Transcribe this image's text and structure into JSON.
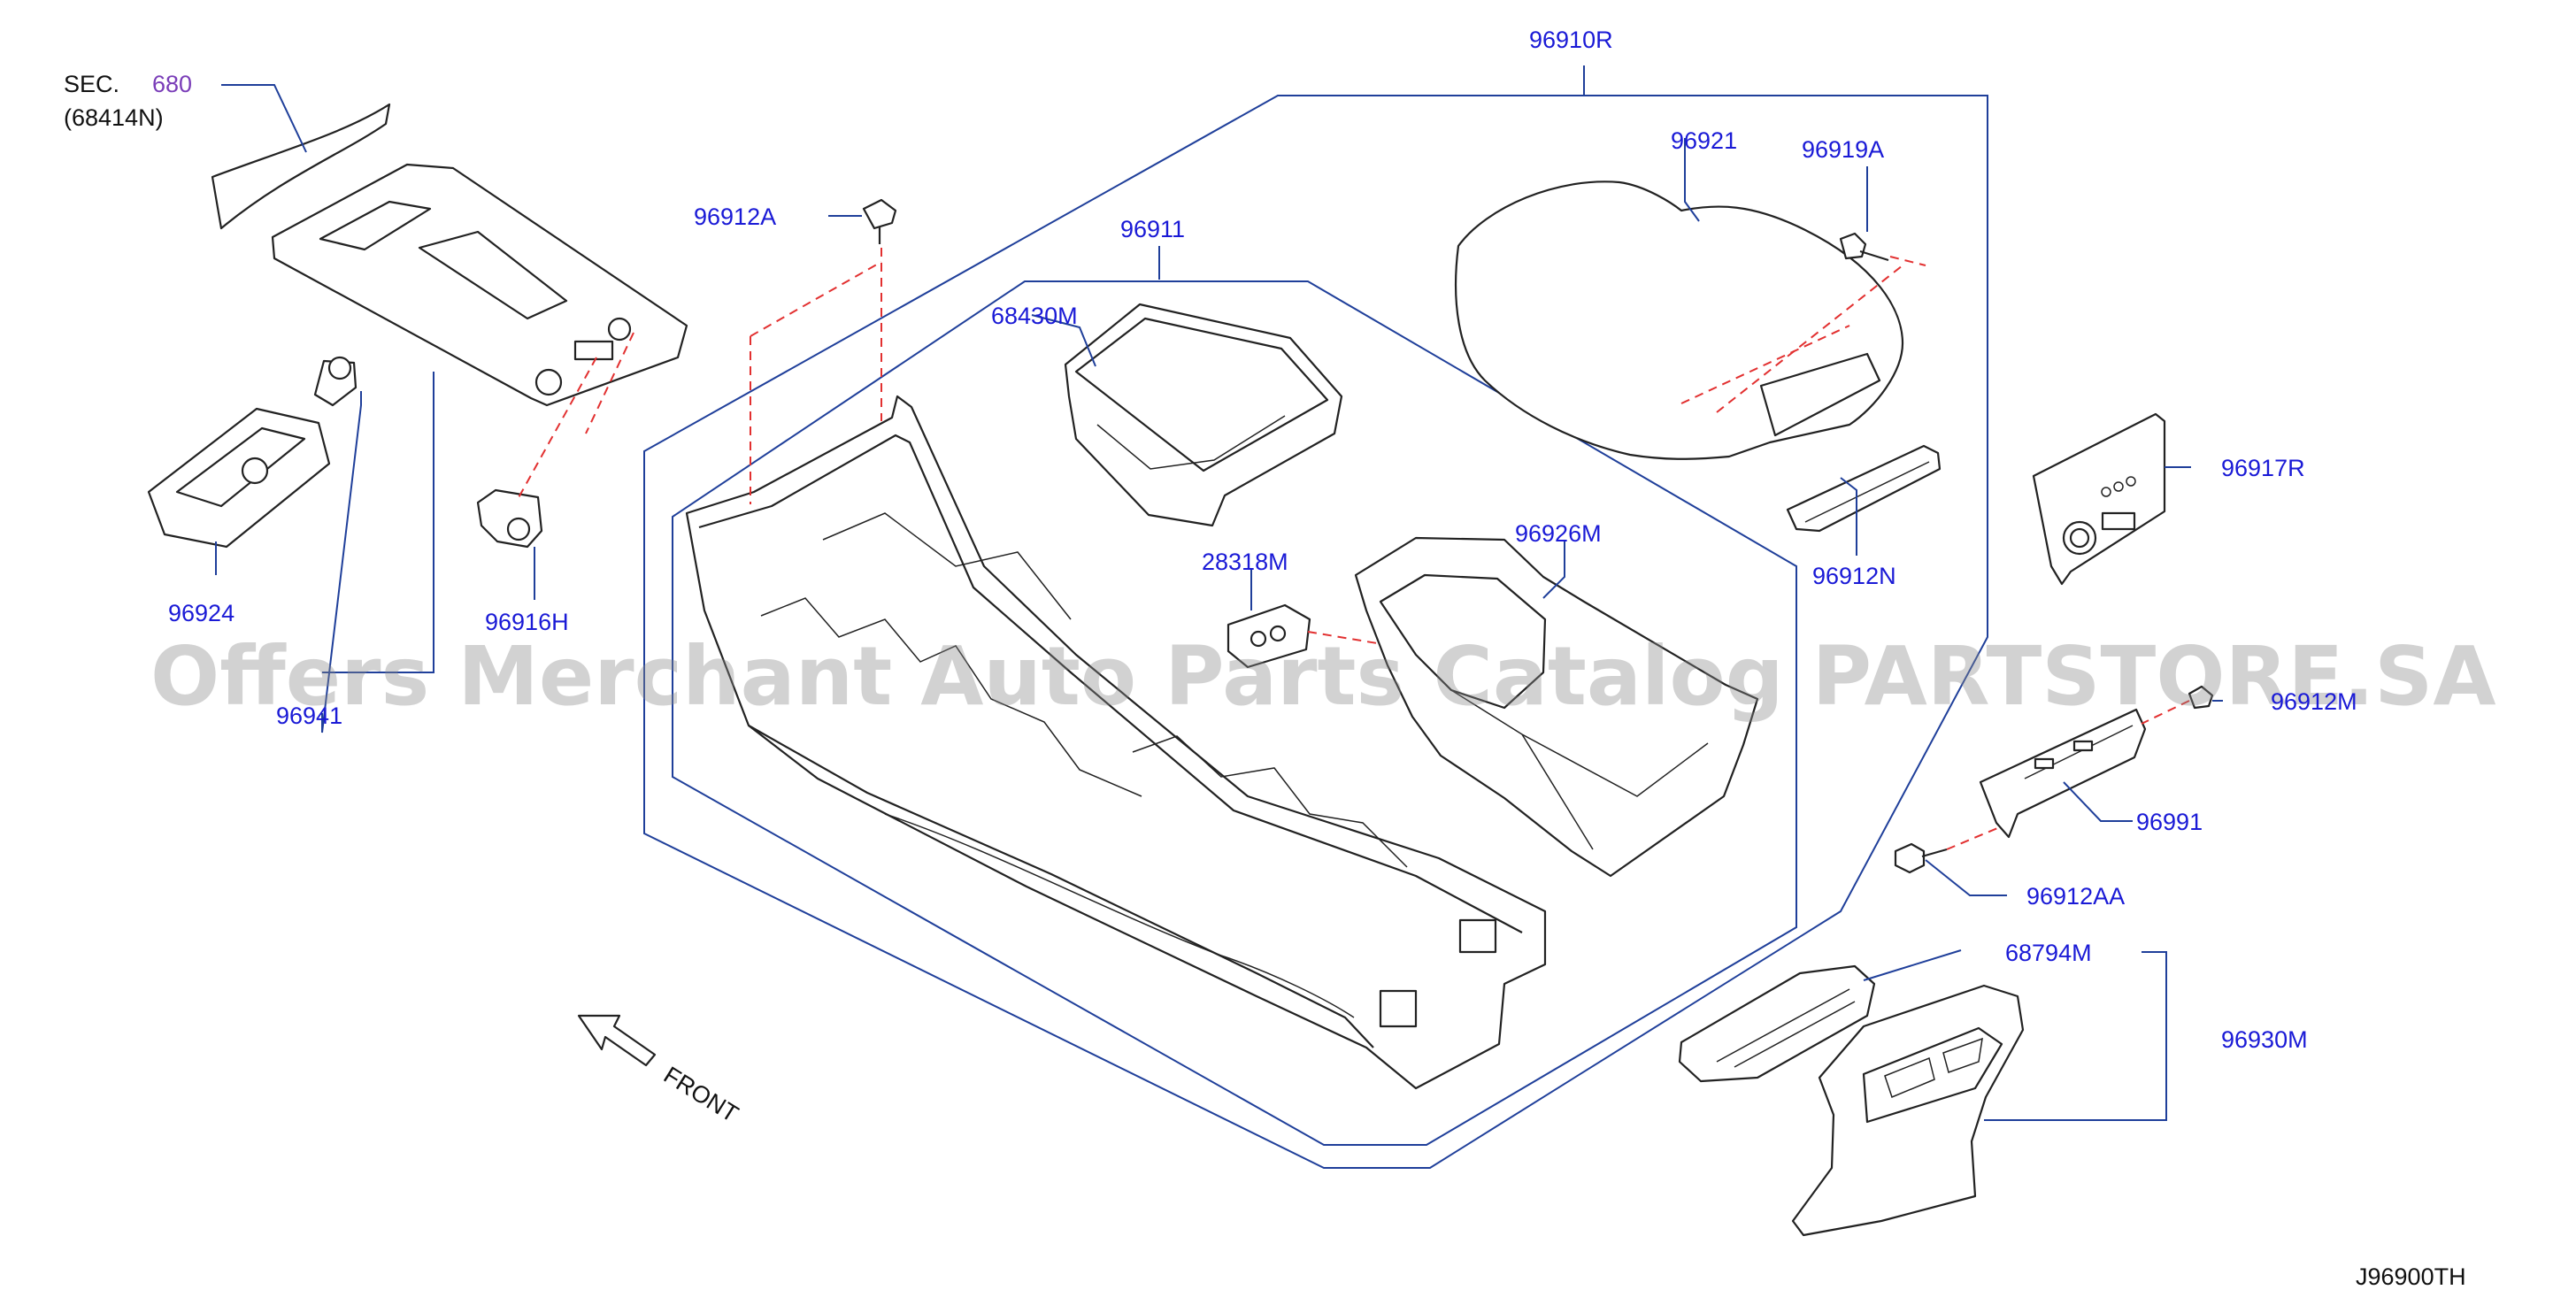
{
  "parts": [
    {
      "id": "sec-680",
      "prefix": "SEC.",
      "number": "680",
      "sub": "(68414N)"
    },
    {
      "id": "96910R",
      "label": "96910R"
    },
    {
      "id": "96921",
      "label": "96921"
    },
    {
      "id": "96919A",
      "label": "96919A"
    },
    {
      "id": "96912A",
      "label": "96912A"
    },
    {
      "id": "96911",
      "label": "96911"
    },
    {
      "id": "68430M",
      "label": "68430M"
    },
    {
      "id": "96917R",
      "label": "96917R"
    },
    {
      "id": "96912N",
      "label": "96912N"
    },
    {
      "id": "96926M",
      "label": "96926M"
    },
    {
      "id": "28318M",
      "label": "28318M"
    },
    {
      "id": "96924",
      "label": "96924"
    },
    {
      "id": "96916H",
      "label": "96916H"
    },
    {
      "id": "96941",
      "label": "96941"
    },
    {
      "id": "96912M",
      "label": "96912M"
    },
    {
      "id": "96991",
      "label": "96991"
    },
    {
      "id": "96912AA",
      "label": "96912AA"
    },
    {
      "id": "68794M",
      "label": "68794M"
    },
    {
      "id": "96930M",
      "label": "96930M"
    }
  ],
  "front_label": "FRONT",
  "diagram_code": "J96900TH",
  "watermark": "Offers Merchant Auto Parts Catalog PARTSTORE.SA",
  "colors": {
    "label": "#1a1ad6",
    "leader": "#1f3f9a",
    "dashed": "#e23030",
    "outline": "#222222"
  }
}
